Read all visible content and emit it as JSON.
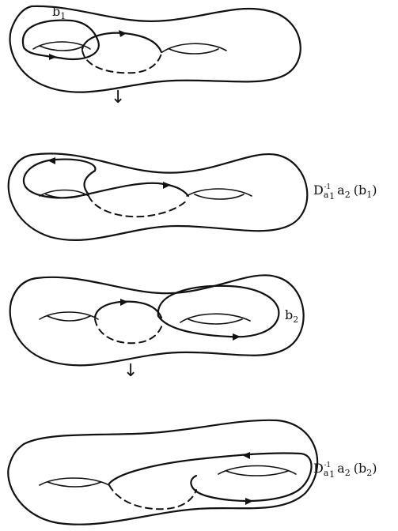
{
  "panels": [
    {
      "id": "p1",
      "labels": [
        {
          "base": "b",
          "sub": "1"
        }
      ]
    },
    {
      "id": "p2",
      "labels": [
        {
          "base": "D",
          "subsup_sub": "a",
          "subsup_sup": "-1",
          "subsup_idx": "1",
          "mid": "a",
          "mid_sub": "2",
          "arg": "(b",
          "arg_sub": "1",
          "close": ")"
        }
      ]
    },
    {
      "id": "p3",
      "labels": [
        {
          "base": "b",
          "sub": "2"
        }
      ]
    },
    {
      "id": "p4",
      "labels": [
        {
          "base": "D",
          "subsup_sub": "a",
          "subsup_sup": "-1",
          "subsup_idx": "1",
          "mid": "a",
          "mid_sub": "2",
          "arg": "(b",
          "arg_sub": "2",
          "close": ")"
        }
      ]
    }
  ],
  "arrows": [
    "↓",
    "↓"
  ]
}
